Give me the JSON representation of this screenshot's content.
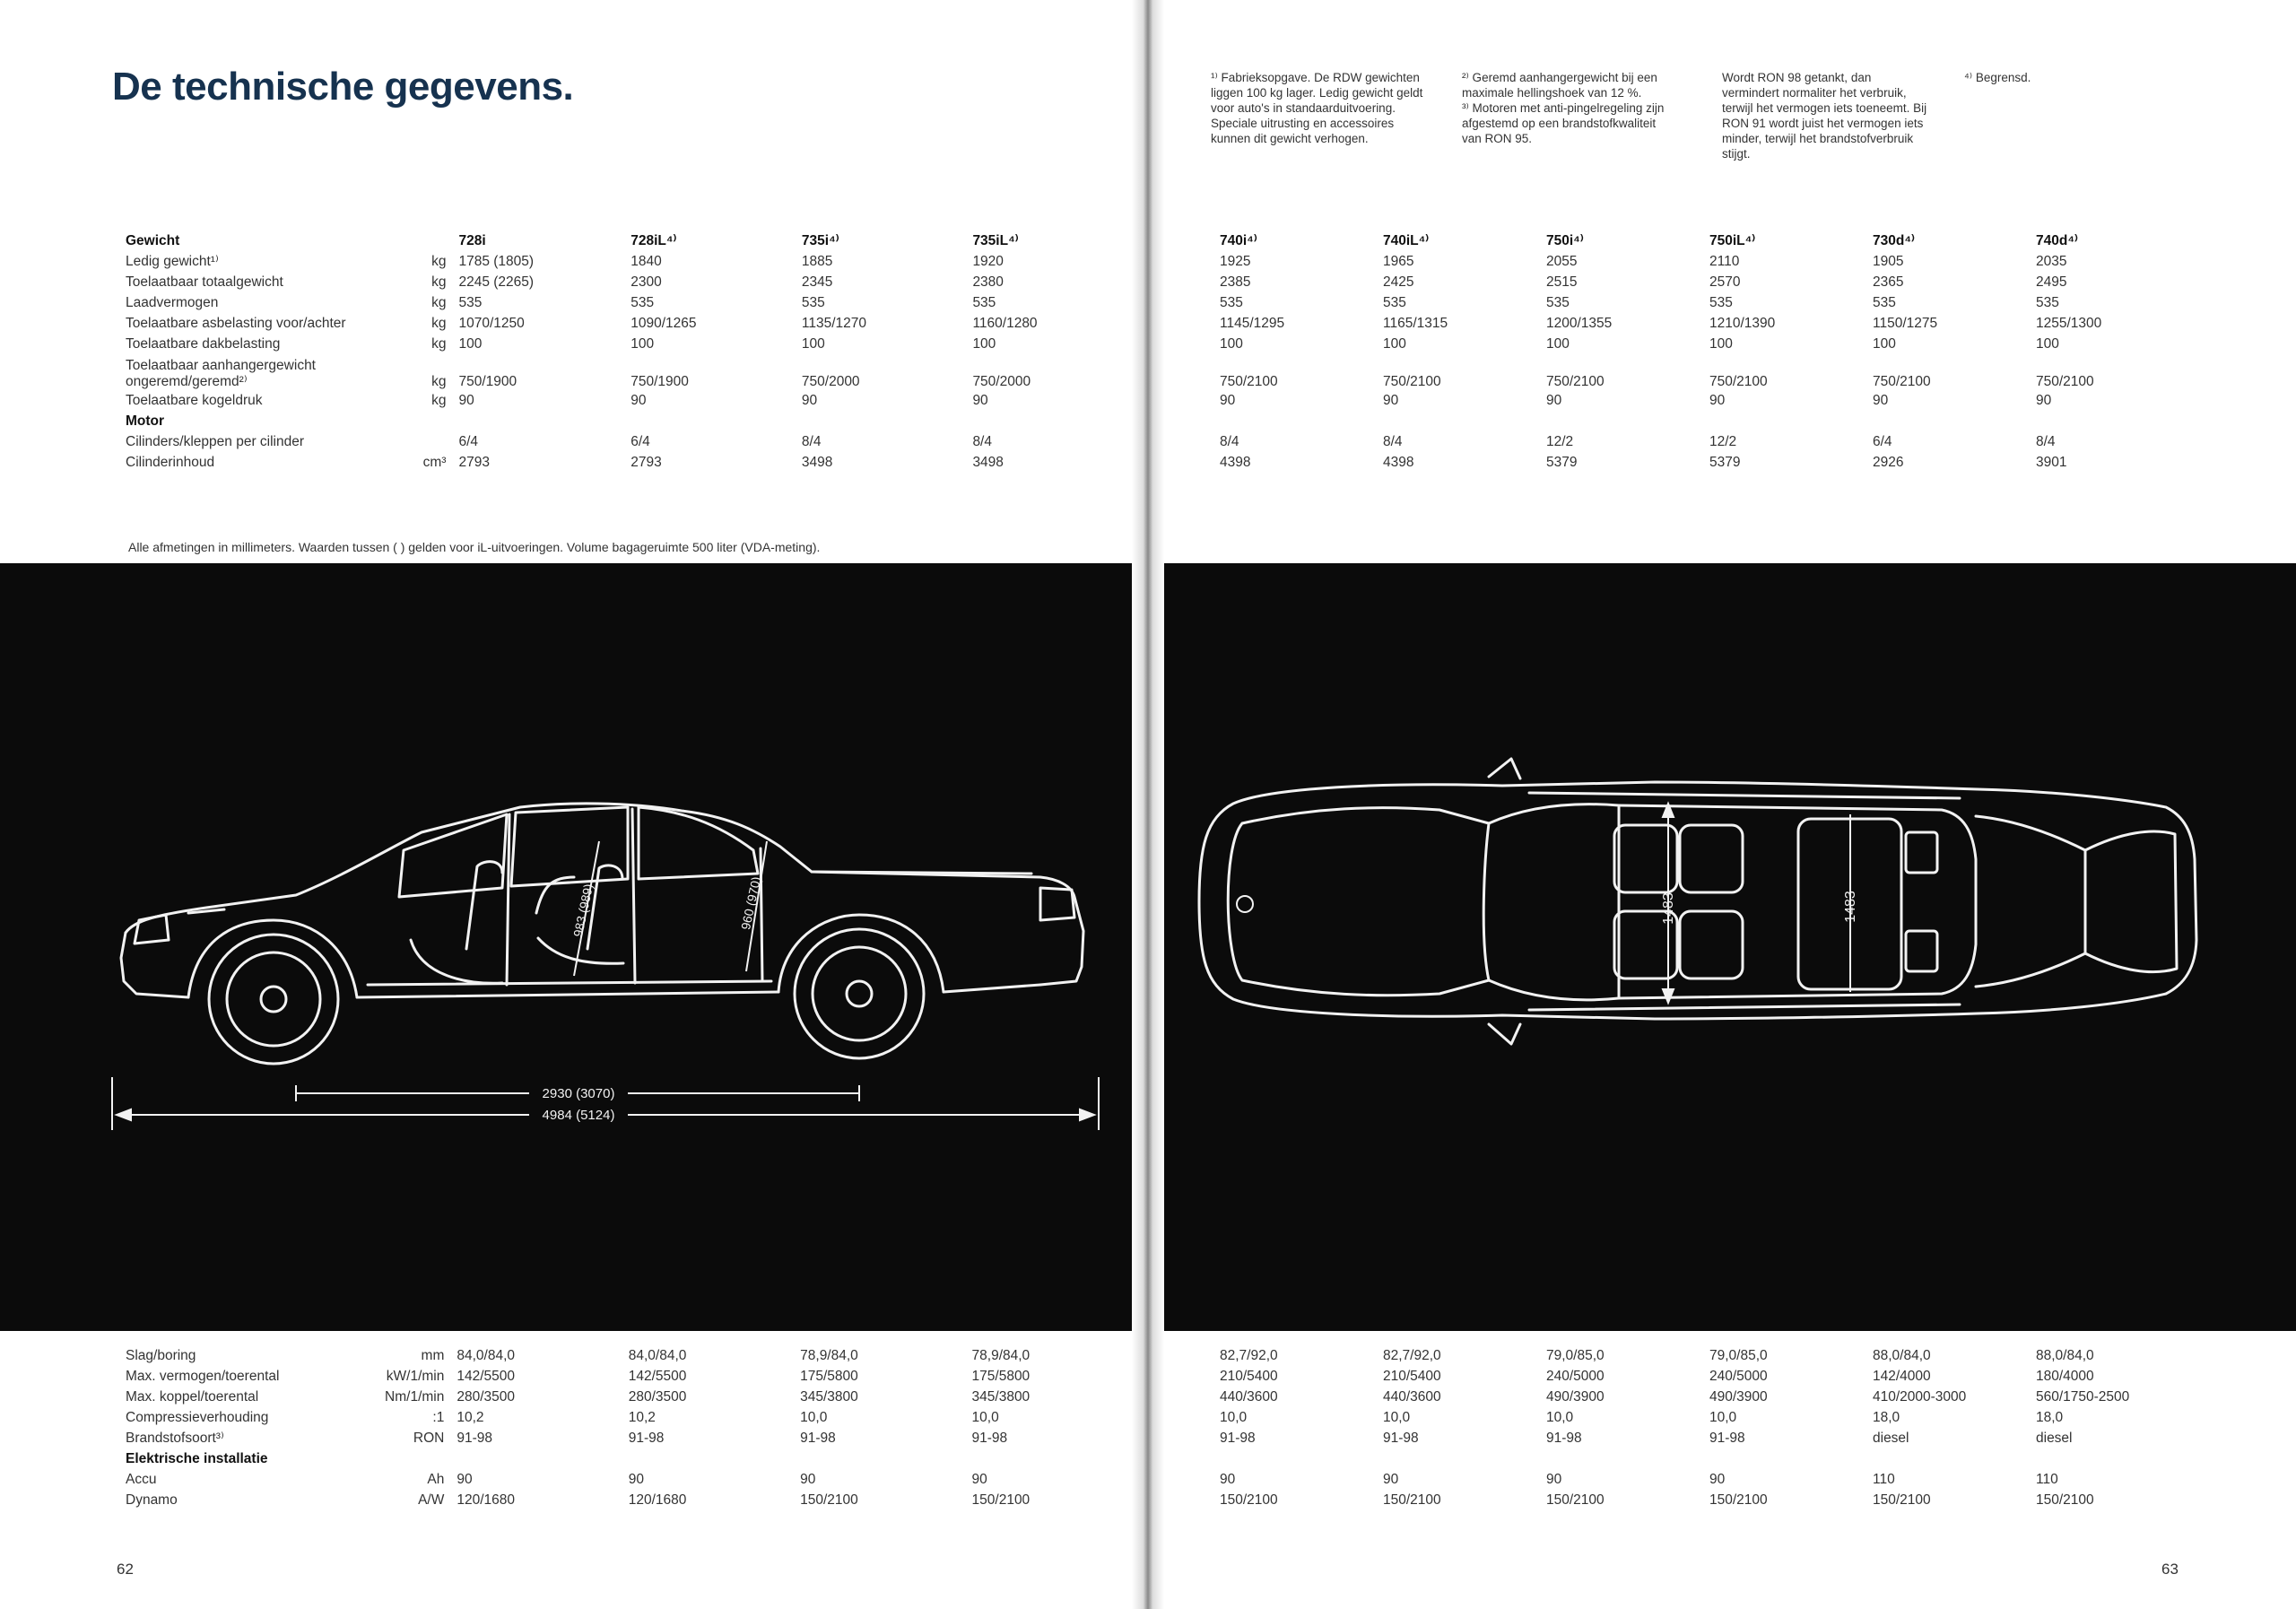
{
  "title": "De technische gegevens.",
  "footnotes": [
    "¹⁾ Fabrieksopgave. De RDW gewichten liggen 100 kg lager. Ledig gewicht geldt voor auto's in standaarduitvoering. Speciale uitrusting en accessoires kunnen dit gewicht verhogen.",
    "²⁾ Geremd aanhangergewicht bij een maximale hellingshoek van 12 %.\n³⁾ Motoren met anti-pingelregeling zijn afgestemd op een brandstofkwaliteit van RON 95.",
    "Wordt RON 98 getankt, dan vermindert normaliter het verbruik, terwijl het vermogen iets toeneemt. Bij RON 91 wordt juist het vermogen iets minder, terwijl het brandstofverbruik stijgt.",
    "⁴⁾ Begrensd."
  ],
  "top_table": {
    "section1": "Gewicht",
    "section2": "Motor",
    "models_left": [
      "728i",
      "728iL⁴⁾",
      "735i⁴⁾",
      "735iL⁴⁾"
    ],
    "models_right": [
      "740i⁴⁾",
      "740iL⁴⁾",
      "750i⁴⁾",
      "750iL⁴⁾",
      "730d⁴⁾",
      "740d⁴⁾"
    ],
    "rows_weight": [
      {
        "label": "Ledig gewicht¹⁾",
        "unit": "kg",
        "left": [
          "1785 (1805)",
          "1840",
          "1885",
          "1920"
        ],
        "right": [
          "1925",
          "1965",
          "2055",
          "2110",
          "1905",
          "2035"
        ]
      },
      {
        "label": "Toelaatbaar totaalgewicht",
        "unit": "kg",
        "left": [
          "2245 (2265)",
          "2300",
          "2345",
          "2380"
        ],
        "right": [
          "2385",
          "2425",
          "2515",
          "2570",
          "2365",
          "2495"
        ]
      },
      {
        "label": "Laadvermogen",
        "unit": "kg",
        "left": [
          "535",
          "535",
          "535",
          "535"
        ],
        "right": [
          "535",
          "535",
          "535",
          "535",
          "535",
          "535"
        ]
      },
      {
        "label": "Toelaatbare asbelasting voor/achter",
        "unit": "kg",
        "left": [
          "1070/1250",
          "1090/1265",
          "1135/1270",
          "1160/1280"
        ],
        "right": [
          "1145/1295",
          "1165/1315",
          "1200/1355",
          "1210/1390",
          "1150/1275",
          "1255/1300"
        ]
      },
      {
        "label": "Toelaatbare dakbelasting",
        "unit": "kg",
        "left": [
          "100",
          "100",
          "100",
          "100"
        ],
        "right": [
          "100",
          "100",
          "100",
          "100",
          "100",
          "100"
        ]
      },
      {
        "label": "Toelaatbaar aanhangergewicht ongeremd/geremd²⁾",
        "unit": "kg",
        "left": [
          "750/1900",
          "750/1900",
          "750/2000",
          "750/2000"
        ],
        "right": [
          "750/2100",
          "750/2100",
          "750/2100",
          "750/2100",
          "750/2100",
          "750/2100"
        ]
      },
      {
        "label": "Toelaatbare kogeldruk",
        "unit": "kg",
        "left": [
          "90",
          "90",
          "90",
          "90"
        ],
        "right": [
          "90",
          "90",
          "90",
          "90",
          "90",
          "90"
        ]
      }
    ],
    "rows_motor": [
      {
        "label": "Cilinders/kleppen per cilinder",
        "unit": "",
        "left": [
          "6/4",
          "6/4",
          "8/4",
          "8/4"
        ],
        "right": [
          "8/4",
          "8/4",
          "12/2",
          "12/2",
          "6/4",
          "8/4"
        ]
      },
      {
        "label": "Cilinderinhoud",
        "unit": "cm³",
        "left": [
          "2793",
          "2793",
          "3498",
          "3498"
        ],
        "right": [
          "4398",
          "4398",
          "5379",
          "5379",
          "2926",
          "3901"
        ]
      }
    ]
  },
  "note": "Alle afmetingen in millimeters. Waarden tussen ( ) gelden voor iL-uitvoeringen. Volume bagageruimte 500 liter (VDA-meting).",
  "dimensions": {
    "wheelbase": "2930 (3070)",
    "length": "4984 (5124)",
    "front_height": "983 (989)",
    "rear_height": "960 (970)",
    "width_front": "1483",
    "width_rear": "1483"
  },
  "bottom_table": {
    "section2": "Elektrische installatie",
    "rows": [
      {
        "label": "Slag/boring",
        "unit": "mm",
        "left": [
          "84,0/84,0",
          "84,0/84,0",
          "78,9/84,0",
          "78,9/84,0"
        ],
        "right": [
          "82,7/92,0",
          "82,7/92,0",
          "79,0/85,0",
          "79,0/85,0",
          "88,0/84,0",
          "88,0/84,0"
        ]
      },
      {
        "label": "Max. vermogen/toerental",
        "unit": "kW/1/min",
        "left": [
          "142/5500",
          "142/5500",
          "175/5800",
          "175/5800"
        ],
        "right": [
          "210/5400",
          "210/5400",
          "240/5000",
          "240/5000",
          "142/4000",
          "180/4000"
        ]
      },
      {
        "label": "Max. koppel/toerental",
        "unit": "Nm/1/min",
        "left": [
          "280/3500",
          "280/3500",
          "345/3800",
          "345/3800"
        ],
        "right": [
          "440/3600",
          "440/3600",
          "490/3900",
          "490/3900",
          "410/2000-3000",
          "560/1750-2500"
        ]
      },
      {
        "label": "Compressieverhouding",
        "unit": ":1",
        "left": [
          "10,2",
          "10,2",
          "10,0",
          "10,0"
        ],
        "right": [
          "10,0",
          "10,0",
          "10,0",
          "10,0",
          "18,0",
          "18,0"
        ]
      },
      {
        "label": "Brandstofsoort³⁾",
        "unit": "RON",
        "left": [
          "91-98",
          "91-98",
          "91-98",
          "91-98"
        ],
        "right": [
          "91-98",
          "91-98",
          "91-98",
          "91-98",
          "diesel",
          "diesel"
        ]
      }
    ],
    "rows_elec": [
      {
        "label": "Accu",
        "unit": "Ah",
        "left": [
          "90",
          "90",
          "90",
          "90"
        ],
        "right": [
          "90",
          "90",
          "90",
          "90",
          "110",
          "110"
        ]
      },
      {
        "label": "Dynamo",
        "unit": "A/W",
        "left": [
          "120/1680",
          "120/1680",
          "150/2100",
          "150/2100"
        ],
        "right": [
          "150/2100",
          "150/2100",
          "150/2100",
          "150/2100",
          "150/2100",
          "150/2100"
        ]
      }
    ]
  },
  "page_left": "62",
  "page_right": "63"
}
